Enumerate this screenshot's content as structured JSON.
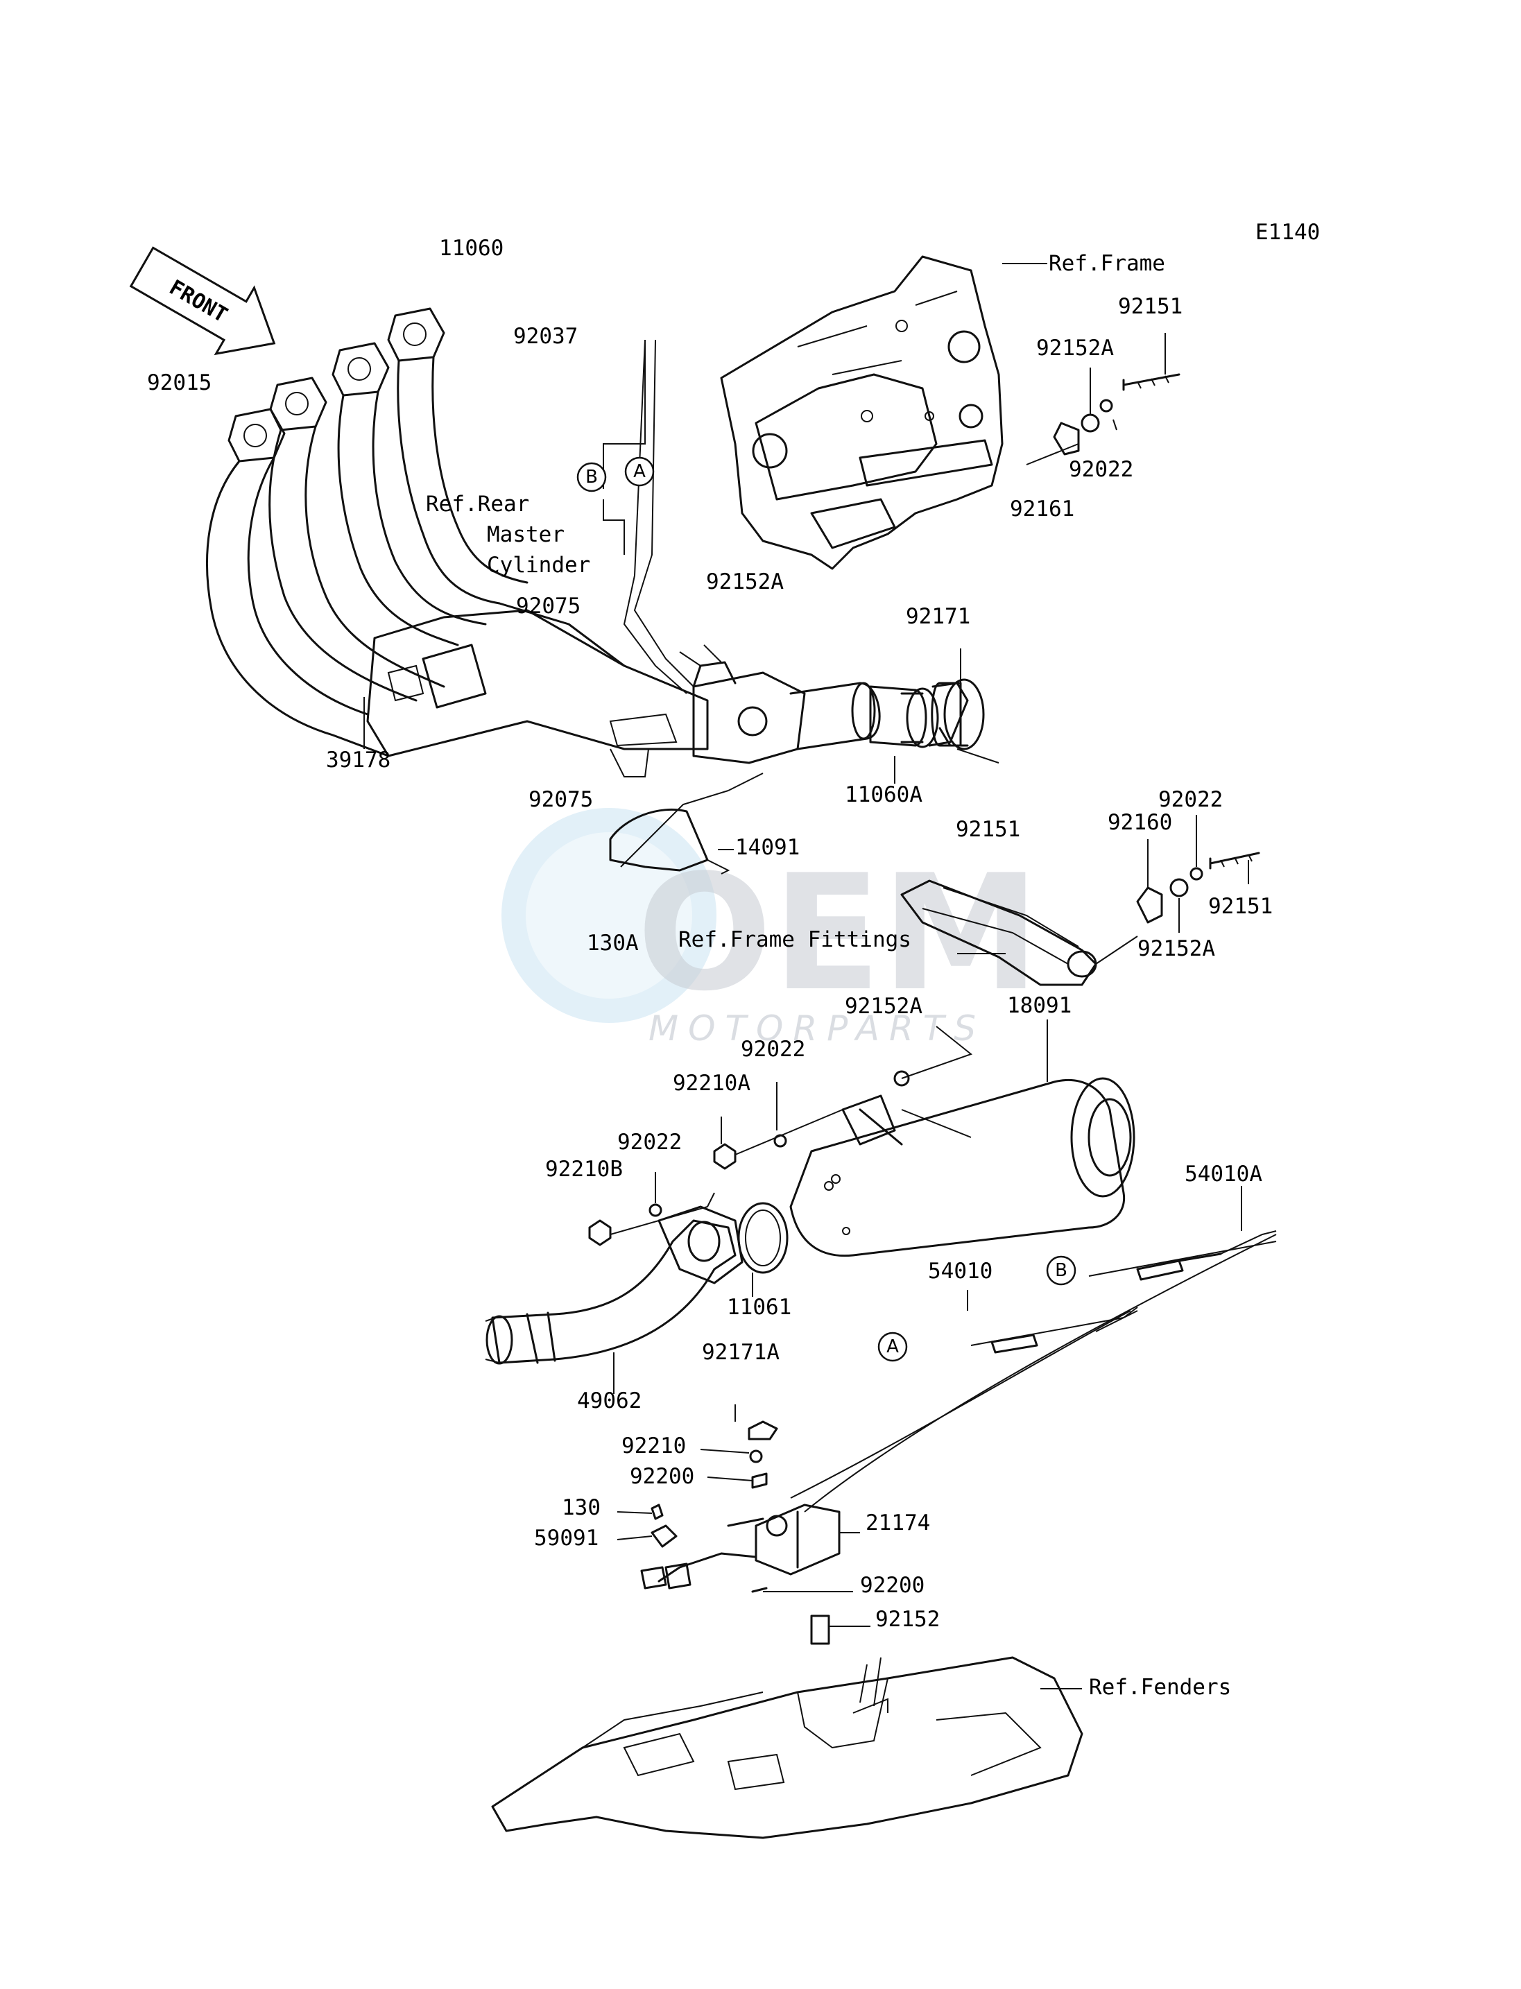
{
  "diagram": {
    "code": "E1140",
    "front_arrow_label": "FRONT",
    "watermark": {
      "brand": "OEM",
      "sub": "MOTORPARTS"
    },
    "callouts": {
      "a": "A",
      "b": "B"
    },
    "labels": {
      "p11060": "11060",
      "p92037": "92037",
      "p92015": "92015",
      "ref_rear": "Ref.Rear",
      "ref_master": "Master",
      "ref_cylinder": "Cylinder",
      "p92075_top": "92075",
      "p39178": "39178",
      "p92075_bottom": "92075",
      "p92152A_mid": "92152A",
      "p92171": "92171",
      "p11060A": "11060A",
      "p92151_mid": "92151",
      "p14091": "14091",
      "p130A": "130A",
      "ref_frame_fittings": "Ref.Frame Fittings",
      "ref_frame": "Ref.Frame",
      "p92151_top": "92151",
      "p92152A_top": "92152A",
      "p92022_top": "92022",
      "p92161": "92161",
      "p92022_right": "92022",
      "p92160": "92160",
      "p92151_right": "92151",
      "p92152A_right": "92152A",
      "p92152A_lower": "92152A",
      "p18091": "18091",
      "p92022_a": "92022",
      "p92210A": "92210A",
      "p92022_b": "92022",
      "p92210B": "92210B",
      "p11061": "11061",
      "p54010A": "54010A",
      "p54010": "54010",
      "p49062": "49062",
      "p92171A": "92171A",
      "p92210": "92210",
      "p92200_top": "92200",
      "p130": "130",
      "p59091": "59091",
      "p21174": "21174",
      "p92200_bottom": "92200",
      "p92152": "92152",
      "ref_fenders": "Ref.Fenders"
    }
  }
}
